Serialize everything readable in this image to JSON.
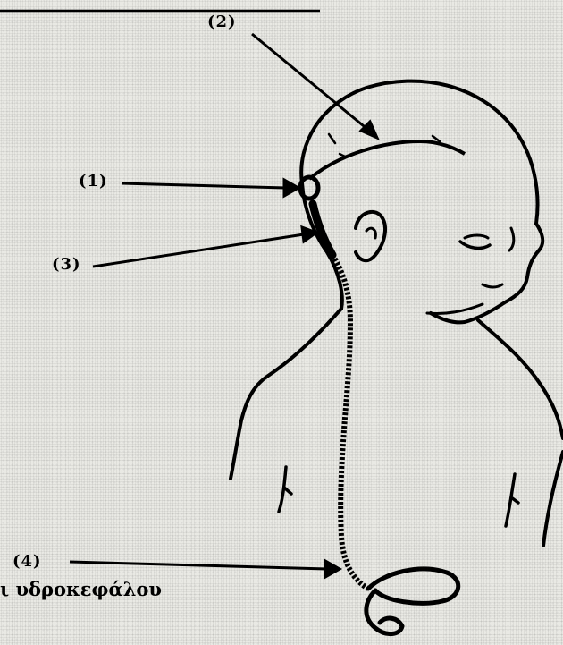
{
  "labels": {
    "ventricular_catheter": "(1)",
    "shunt_pathway": "(2)",
    "valve": "(3)",
    "peritoneal_catheter": "(4)"
  },
  "caption": "ι υδροκεφάλου"
}
